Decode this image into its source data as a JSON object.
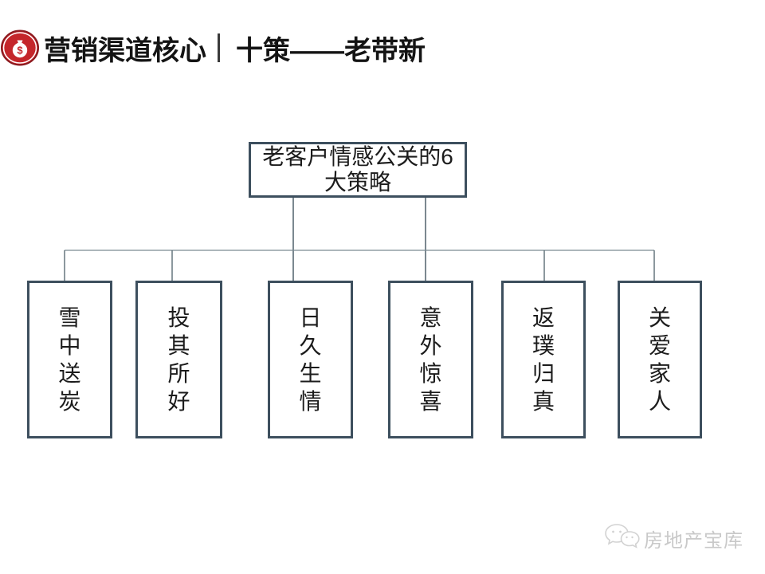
{
  "header": {
    "brand": "营销渠道核心",
    "title": "十策——老带新",
    "brand_color": "#141414",
    "logo_icon": "money-bag-icon",
    "logo_color": "#c4262b"
  },
  "diagram": {
    "root": {
      "lines": [
        "老客户情感公关的6",
        "大策略"
      ]
    },
    "children": [
      {
        "label": "雪中送炭"
      },
      {
        "label": "投其所好"
      },
      {
        "label": "日久生情"
      },
      {
        "label": "意外惊喜"
      },
      {
        "label": "返璞归真"
      },
      {
        "label": "关爱家人"
      }
    ],
    "box_border_color": "#3d4f5e",
    "connector_color": "#6b7b85"
  },
  "watermark": {
    "icon": "wechat-icon",
    "text": "房地产宝库",
    "color": "#c9c9c9"
  }
}
